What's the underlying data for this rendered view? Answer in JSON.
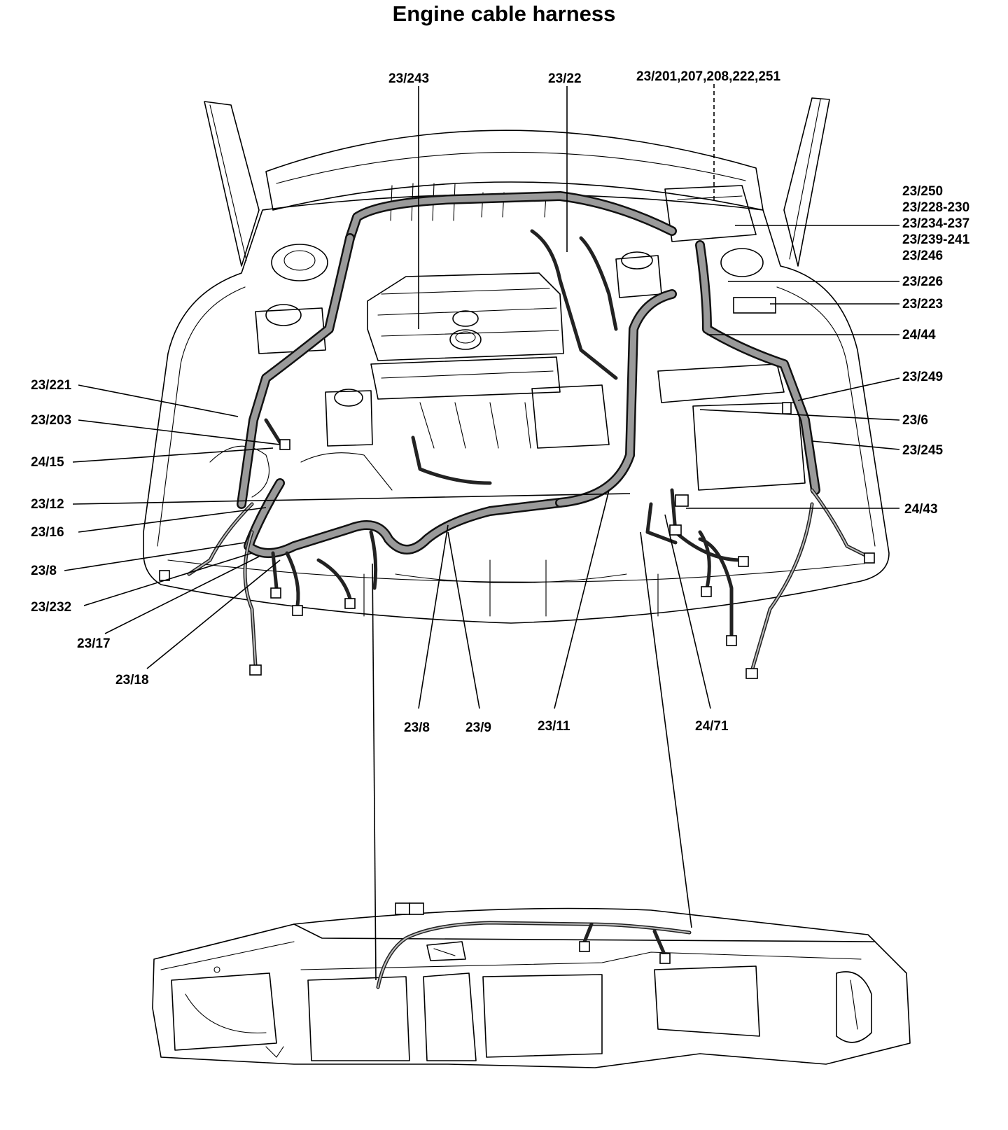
{
  "title": "Engine cable harness",
  "callouts": {
    "c_23_243": "23/243",
    "c_23_22_top": "23/22",
    "c_23_201": "23/201,207,208,222,251",
    "c_23_250": "23/250",
    "c_23_228": "23/228-230",
    "c_23_234": "23/234-237",
    "c_23_239": "23/239-241",
    "c_23_246": "23/246",
    "c_23_226": "23/226",
    "c_23_223": "23/223",
    "c_24_44": "24/44",
    "c_23_249": "23/249",
    "c_23_6": "23/6",
    "c_23_245": "23/245",
    "c_24_43": "24/43",
    "c_23_221": "23/221",
    "c_23_203": "23/203",
    "c_24_15": "24/15",
    "c_23_12": "23/12",
    "c_23_16": "23/16",
    "c_23_8_left": "23/8",
    "c_23_232": "23/232",
    "c_23_17": "23/17",
    "c_23_18": "23/18",
    "c_23_8_bottom": "23/8",
    "c_23_9": "23/9",
    "c_23_11": "23/11",
    "c_24_71": "24/71"
  },
  "icons": {
    "engine_bay": "engine-bay-drawing-icon",
    "dashboard": "dashboard-panel-drawing-icon"
  },
  "colors": {
    "ink": "#000000",
    "harness_fill": "#9a9a9a",
    "paper": "#ffffff"
  }
}
